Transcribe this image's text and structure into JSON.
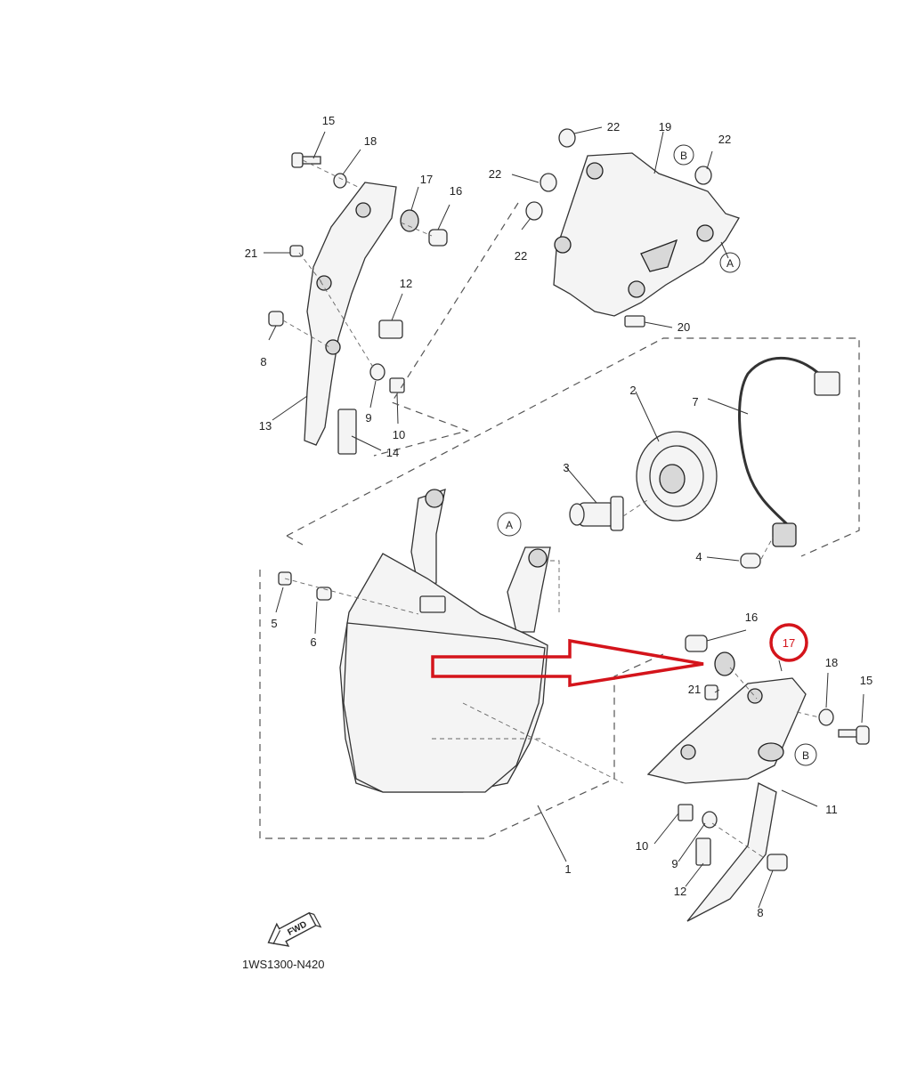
{
  "diagram": {
    "code": "1WS1300-N420",
    "fwd_label": "FWD",
    "callouts": [
      "A",
      "B"
    ],
    "highlighted_part": "17",
    "colors": {
      "highlight": "#d4141b",
      "line": "#333333",
      "background": "#ffffff"
    },
    "labels": {
      "p15_top": "15",
      "p18_top": "18",
      "p17_top": "17",
      "p16_top": "16",
      "p21_top": "21",
      "p12_top": "12",
      "p8_top": "8",
      "p9_top": "9",
      "p10_top": "10",
      "p13": "13",
      "p14": "14",
      "p22_a": "22",
      "p19": "19",
      "p22_b": "22",
      "p22_c": "22",
      "p22_d": "22",
      "p20": "20",
      "p2": "2",
      "p7": "7",
      "p3": "3",
      "p4": "4",
      "p5": "5",
      "p6": "6",
      "p1": "1",
      "p16_bot": "16",
      "p17_bot": "17",
      "p21_bot": "21",
      "p18_bot": "18",
      "p15_bot": "15",
      "p11": "11",
      "p10_bot": "10",
      "p9_bot": "9",
      "p12_bot": "12",
      "p8_bot": "8"
    }
  }
}
